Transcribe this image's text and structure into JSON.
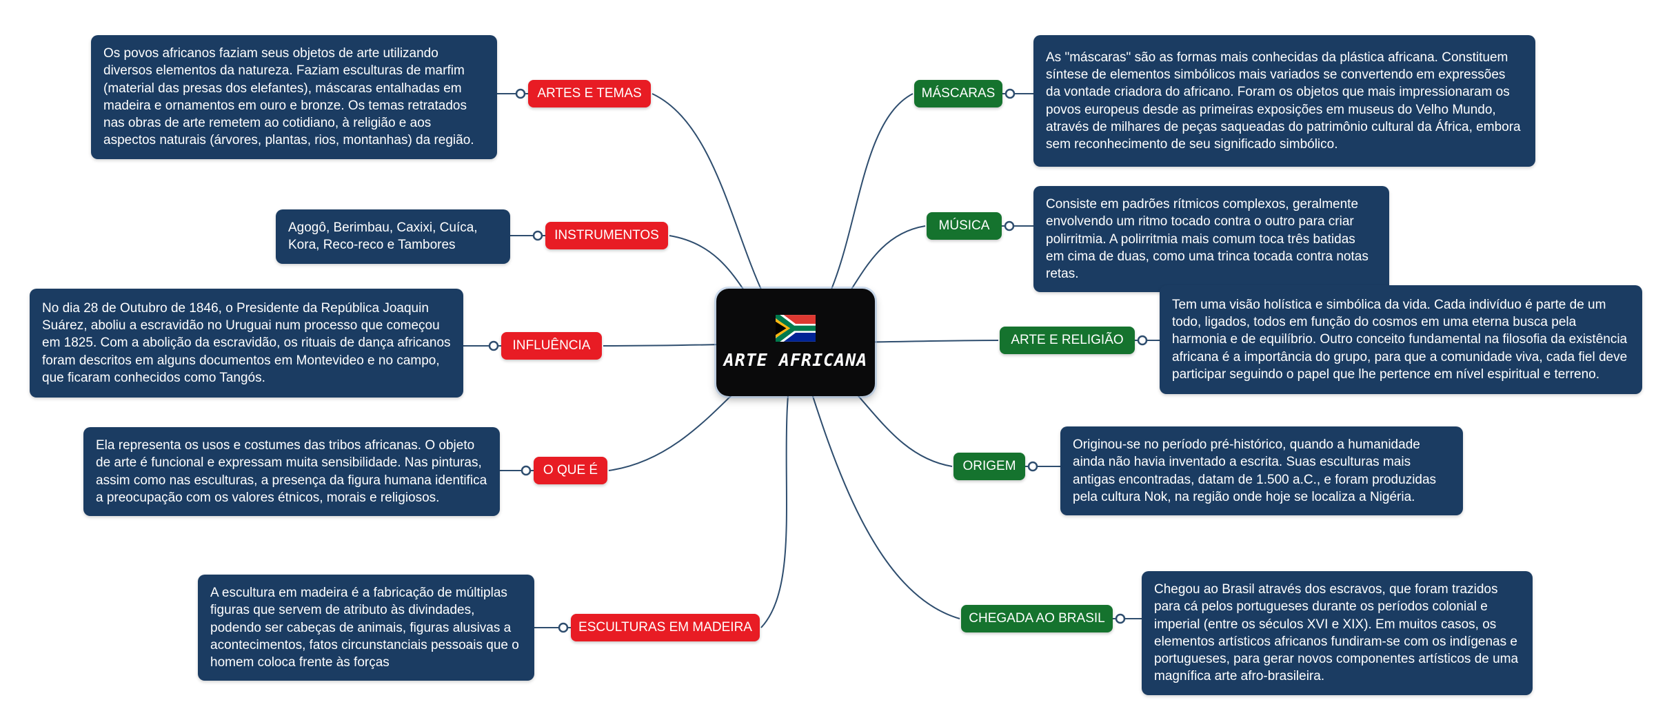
{
  "center": {
    "title": "ARTE AFRICANA",
    "flag_icon": "south-africa-flag"
  },
  "branches": {
    "left": [
      {
        "label": "ARTES E TEMAS",
        "text": "Os povos africanos faziam seus objetos de arte utilizando diversos elementos da natureza. Faziam esculturas de marfim (material das presas dos elefantes), máscaras entalhadas em madeira e ornamentos em ouro e bronze. Os temas retratados nas obras de arte remetem ao cotidiano, à religião e aos aspectos naturais (árvores, plantas, rios, montanhas) da região."
      },
      {
        "label": "INSTRUMENTOS",
        "text": "Agogô, Berimbau, Caxixi, Cuíca, Kora, Reco-reco e Tambores"
      },
      {
        "label": "INFLUÊNCIA",
        "text": "No dia 28 de Outubro de 1846, o Presidente da República Joaquin Suárez, aboliu a escravidão no Uruguai num processo que começou em 1825. Com a abolição da escravidão, os rituais de dança africanos foram descritos em alguns documentos em Montevideo e no campo, que ficaram conhecidos como Tangós."
      },
      {
        "label": "O QUE É",
        "text": "Ela representa os usos e costumes das tribos africanas. O objeto de arte é funcional e expressam muita sensibilidade. Nas pinturas, assim como nas esculturas, a presença da figura humana identifica a preocupação com os valores étnicos, morais e religiosos."
      },
      {
        "label": "ESCULTURAS EM MADEIRA",
        "text": "A escultura em madeira é a fabricação de múltiplas figuras que servem de atributo às divindades, podendo ser cabeças de animais, figuras alusivas a acontecimentos, fatos circunstanciais pessoais que o homem coloca frente às forças"
      }
    ],
    "right": [
      {
        "label": "MÁSCARAS",
        "text": "As \"máscaras\" são as formas mais conhecidas da plástica africana. Constituem síntese de elementos simbólicos mais variados se convertendo em expressões da vontade criadora do africano. Foram os objetos que mais impressionaram os povos europeus desde as primeiras exposições em museus do Velho Mundo, através de milhares de peças saqueadas do patrimônio cultural da África, embora sem reconhecimento de seu significado simbólico."
      },
      {
        "label": "MÚSICA",
        "text": "Consiste em padrões rítmicos complexos, geralmente envolvendo um ritmo tocado contra o outro para criar polirritmia. A polirritmia mais comum toca três batidas em cima de duas, como uma trinca tocada contra notas retas."
      },
      {
        "label": "ARTE E RELIGIÃO",
        "text": "Tem uma visão holística e simbólica da vida. Cada indivíduo é parte de um todo, ligados, todos em função do cosmos em uma eterna busca pela harmonia e de equilíbrio. Outro conceito fundamental na filosofia da existência africana é a importância do grupo, para que a comunidade viva, cada fiel deve participar seguindo o papel que lhe pertence em nível espiritual e terreno."
      },
      {
        "label": "ORIGEM",
        "text": "Originou-se no período pré-histórico, quando a humanidade ainda não havia inventado a escrita. Suas esculturas mais antigas encontradas, datam de 1.500 a.C., e foram produzidas pela cultura Nok, na região onde hoje se localiza a Nigéria."
      },
      {
        "label": "CHEGADA AO BRASIL",
        "text": "Chegou ao Brasil através dos escravos, que foram trazidos para cá pelos portugueses durante os períodos colonial e imperial (entre os séculos XVI e XIX). Em muitos casos, os elementos artísticos africanos fundiram-se com os indígenas e portugueses, para gerar novos componentes artísticos de uma magnífica arte afro-brasileira."
      }
    ]
  },
  "colors": {
    "left_label_bg": "#e81c24",
    "right_label_bg": "#15732e",
    "box_bg": "#1b3c62",
    "line": "#2e4d6e"
  }
}
